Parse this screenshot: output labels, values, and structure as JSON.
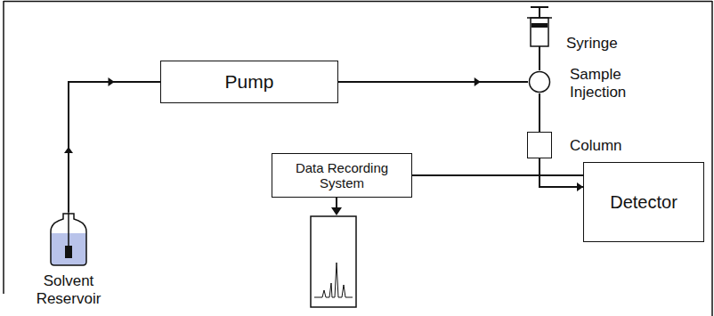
{
  "diagram": {
    "nodes": [
      {
        "text": [
          "Pump"
        ]
      },
      {
        "text": [
          "Syringe"
        ]
      },
      {
        "text": [
          "Sample Injection"
        ]
      },
      {
        "text": [
          "Column"
        ]
      },
      {
        "text": [
          "Data Recording System"
        ]
      },
      {
        "text": [
          "Detector"
        ]
      },
      {
        "text": [
          "Solvent Reservoir"
        ]
      }
    ],
    "edges": [
      {
        "from": 6,
        "to": 0,
        "arrow": "to"
      },
      {
        "from": 0,
        "to": 2,
        "arrow": "to"
      },
      {
        "from": 1,
        "to": 2,
        "arrow": "none"
      },
      {
        "from": 2,
        "to": 3,
        "arrow": "none"
      },
      {
        "from": 3,
        "to": 5,
        "arrow": "to"
      },
      {
        "from": 4,
        "to": 5,
        "arrow": "none"
      }
    ]
  }
}
